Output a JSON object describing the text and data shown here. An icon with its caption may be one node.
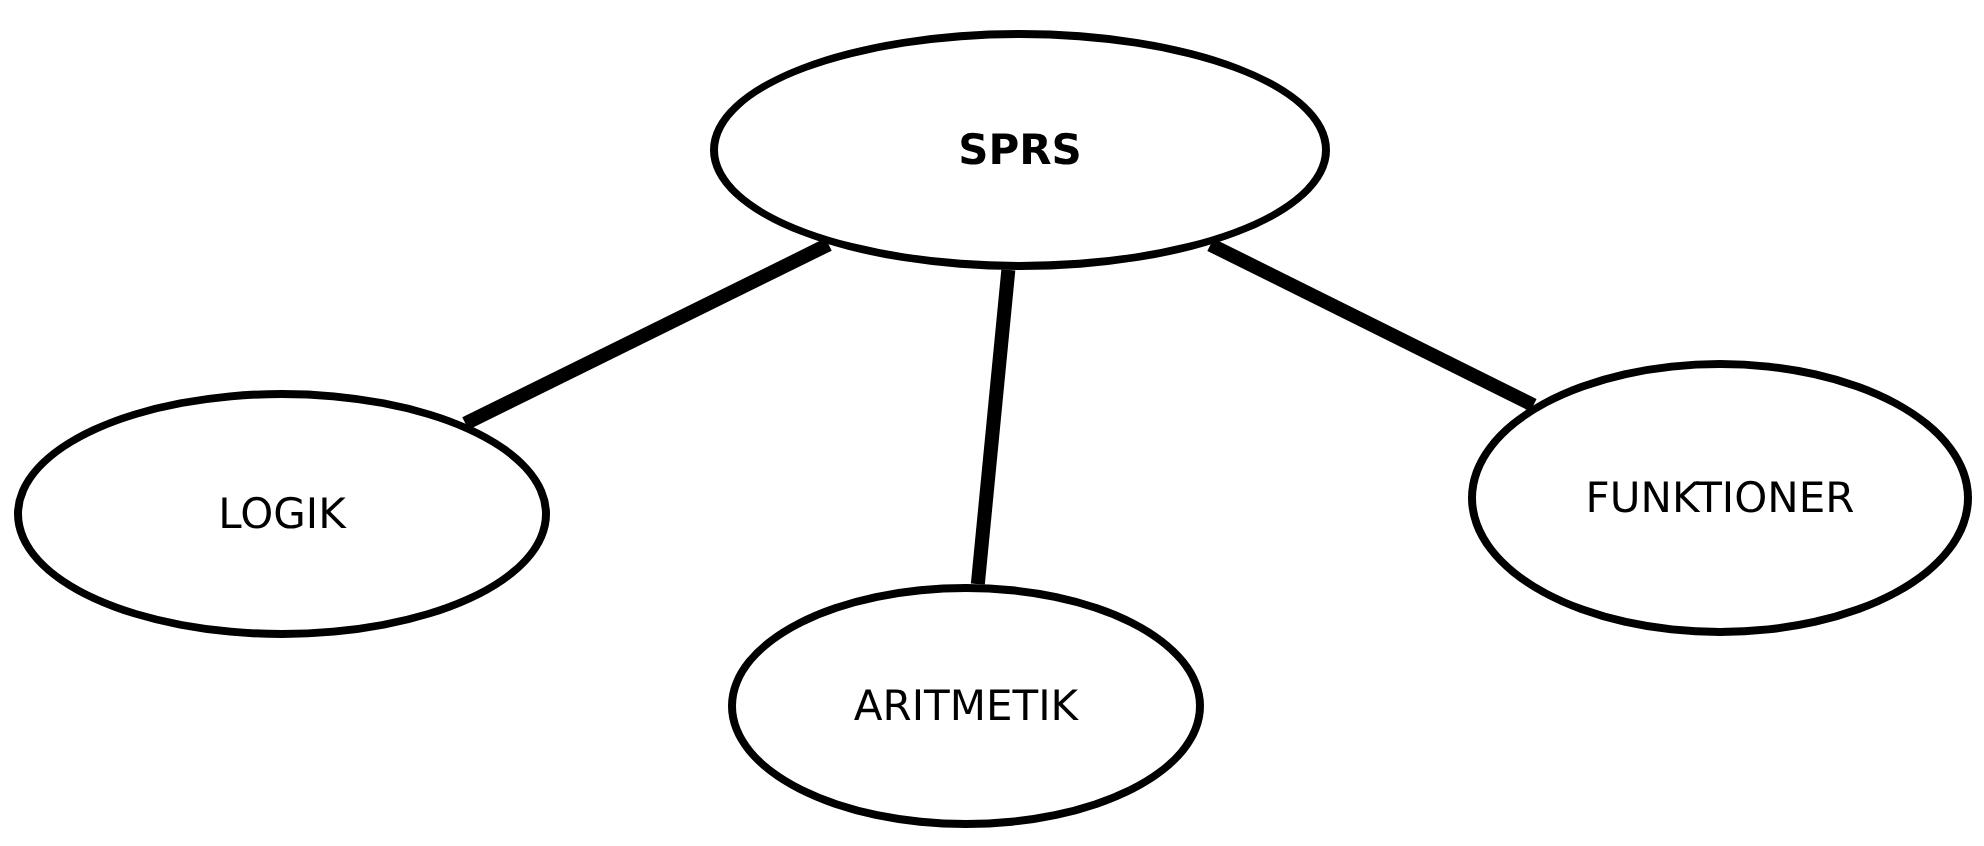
{
  "diagram": {
    "nodes": [
      {
        "text": [
          "SPRS"
        ]
      },
      {
        "text": [
          "LOGIK"
        ]
      },
      {
        "text": [
          "ARITMETIK"
        ]
      },
      {
        "text": [
          "FUNKTIONER"
        ]
      }
    ],
    "edges": [
      {
        "from": 0,
        "to": 1,
        "arrow": "none"
      },
      {
        "from": 0,
        "to": 2,
        "arrow": "none"
      },
      {
        "from": 0,
        "to": 3,
        "arrow": "none"
      }
    ]
  }
}
